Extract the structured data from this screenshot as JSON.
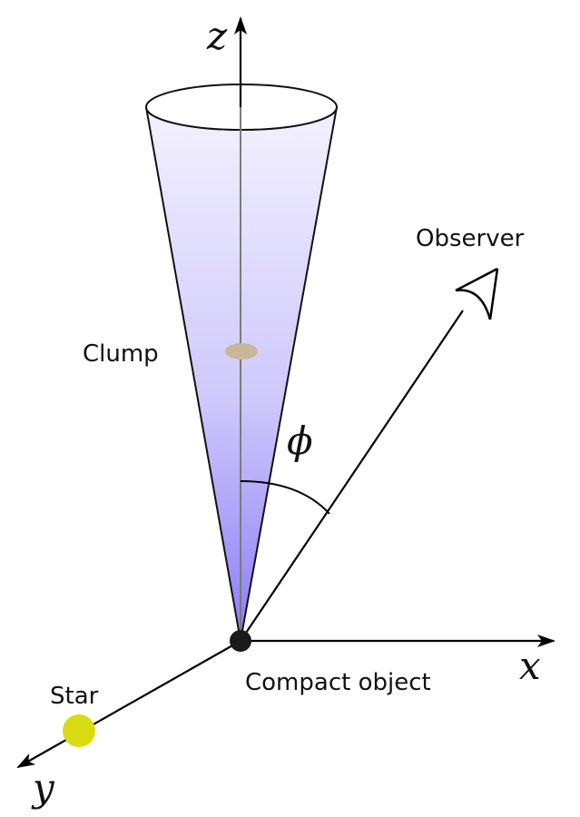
{
  "axes": {
    "z": "z",
    "x": "x",
    "y": "y"
  },
  "labels": {
    "observer": "Observer",
    "clump": "Clump",
    "compact_object": "Compact object",
    "star": "Star",
    "angle": "ϕ"
  },
  "colors": {
    "cone_top": "#f3f1ff",
    "cone_bottom": "#8a7cf6",
    "clump": "#c9b79a",
    "star": "#d9dc10",
    "compact_object": "#1a1a1a",
    "line": "#000000"
  },
  "icons": {
    "observer_eye": "eye-icon"
  }
}
